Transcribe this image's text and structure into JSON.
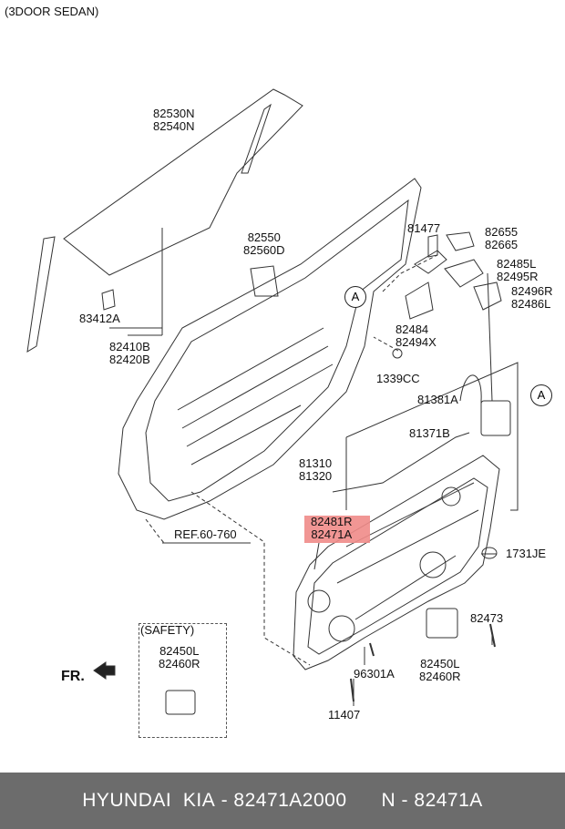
{
  "header_note": "(3DOOR SEDAN)",
  "callouts": {
    "glass": [
      "82530N",
      "82540N"
    ],
    "seal": [
      "82550",
      "82560D"
    ],
    "bracket_a": [
      "81477"
    ],
    "latch_top": [
      "82655",
      "82665"
    ],
    "hinge_a": [
      "82485L",
      "82495R"
    ],
    "hinge_b": [
      "82496R",
      "82486L"
    ],
    "clip": [
      "83412A"
    ],
    "channel": [
      "82410B",
      "82420B"
    ],
    "stopper": [
      "82484",
      "82494X"
    ],
    "nut": [
      "1339CC"
    ],
    "rod": [
      "81381A"
    ],
    "cable_b": [
      "81371B"
    ],
    "cable_main": [
      "81310",
      "81320"
    ],
    "regulator": [
      "82481R",
      "82471A"
    ],
    "grommet": [
      "1731JE"
    ],
    "bolt_a": [
      "82473"
    ],
    "bolt_b": [
      "96301A"
    ],
    "motor": [
      "82450L",
      "82460R"
    ],
    "screw": [
      "11407"
    ],
    "ref": [
      "REF.60-760"
    ],
    "safety_title": [
      "(SAFETY)"
    ],
    "safety_motor": [
      "82450L",
      "82460R"
    ],
    "marker_a": [
      "A"
    ],
    "front_arrow": [
      "FR."
    ]
  },
  "footer": {
    "brand": "HYUNDAI",
    "make": "KIA",
    "part_number": "82471A2000",
    "n_code": "82471A",
    "prefix_n": "N"
  },
  "colors": {
    "highlight": "#ef8b88",
    "footer_bg": "#6c6c6c"
  }
}
